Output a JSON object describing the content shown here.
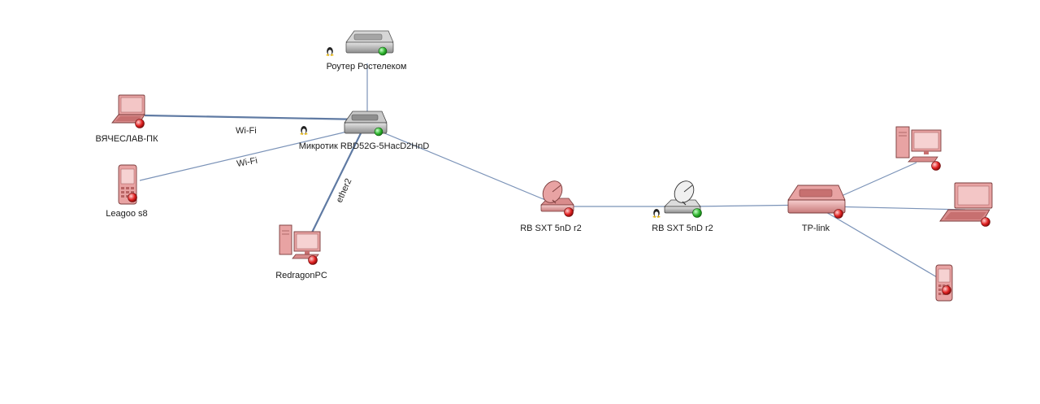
{
  "nodes": {
    "router_rostelecom": {
      "label": "Роутер Ростелеком",
      "icon": "router-icon",
      "status": "up",
      "os": "linux-icon"
    },
    "mikrotik": {
      "label": "Микротик RBD52G-5HacD2HnD",
      "icon": "router-icon",
      "status": "up",
      "os": "linux-icon"
    },
    "vyacheslav_pc": {
      "label": "ВЯЧЕСЛАВ-ПК",
      "icon": "laptop-icon",
      "status": "down"
    },
    "leagoo": {
      "label": "Leagoo s8",
      "icon": "phone-icon",
      "status": "down"
    },
    "redragon": {
      "label": "RedragonPC",
      "icon": "desktop-icon",
      "status": "down"
    },
    "sxt_left": {
      "label": "RB SXT 5nD r2",
      "icon": "dish-icon",
      "status": "down"
    },
    "sxt_right": {
      "label": "RB SXT 5nD r2",
      "icon": "dish-icon",
      "status": "up",
      "os": "linux-icon"
    },
    "tplink": {
      "label": "TP-link",
      "icon": "router-icon",
      "status": "down"
    },
    "desktop_right": {
      "label": "",
      "icon": "desktop-icon",
      "status": "down"
    },
    "laptop_right": {
      "label": "",
      "icon": "laptop-icon",
      "status": "down"
    },
    "phone_right": {
      "label": "",
      "icon": "phone-icon",
      "status": "down"
    }
  },
  "links": [
    {
      "from": "router_rostelecom",
      "to": "mikrotik",
      "label": ""
    },
    {
      "from": "vyacheslav_pc",
      "to": "mikrotik",
      "label": "Wi-Fi"
    },
    {
      "from": "leagoo",
      "to": "mikrotik",
      "label": "Wi-Fi"
    },
    {
      "from": "redragon",
      "to": "mikrotik",
      "label": "ether2"
    },
    {
      "from": "mikrotik",
      "to": "sxt_left",
      "label": ""
    },
    {
      "from": "sxt_left",
      "to": "sxt_right",
      "label": ""
    },
    {
      "from": "sxt_right",
      "to": "tplink",
      "label": ""
    },
    {
      "from": "tplink",
      "to": "desktop_right",
      "label": ""
    },
    {
      "from": "tplink",
      "to": "laptop_right",
      "label": ""
    },
    {
      "from": "tplink",
      "to": "phone_right",
      "label": ""
    }
  ],
  "colors": {
    "up": "#33bb33",
    "down": "#dd2222",
    "link": "#7b93b8",
    "down_device": "#e8a3a3",
    "up_device": "#bfbfbf"
  }
}
